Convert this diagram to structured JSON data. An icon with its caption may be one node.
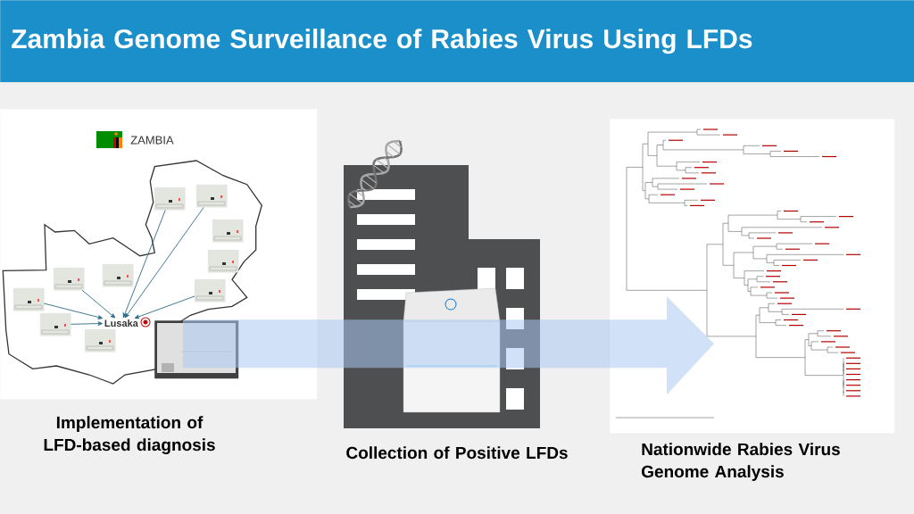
{
  "diagram": {
    "title": "Zambia Genome Surveillance of Rabies Virus Using LFDs",
    "nodes": [
      {
        "text": [],
        "shape": "picture",
        "beside": [
          "Implementation of LFD-based diagnosis"
        ]
      },
      {
        "text": [],
        "shape": "picture",
        "in": 0
      },
      {
        "text": [],
        "shape": "picture",
        "in": 0
      },
      {
        "text": [],
        "shape": "picture",
        "in": 0
      },
      {
        "text": [],
        "shape": "picture",
        "in": 0
      },
      {
        "text": [],
        "shape": "picture",
        "in": 0
      },
      {
        "text": [],
        "shape": "picture",
        "in": 0
      },
      {
        "text": [],
        "shape": "picture",
        "in": 0
      },
      {
        "text": [],
        "shape": "picture",
        "in": 0
      },
      {
        "text": [],
        "shape": "picture",
        "in": 0
      },
      {
        "text": [],
        "shape": "picture",
        "in": 0
      },
      {
        "text": [
          "Lusaka"
        ],
        "in": 0
      },
      {
        "text": [],
        "shape": "picture",
        "in": 0
      },
      {
        "text": [],
        "shape": "picture",
        "beside": [
          "Collection of Positive LFDs"
        ]
      },
      {
        "text": [],
        "shape": "picture",
        "beside": [
          "Nationwide Rabies Virus Genome Analysis"
        ]
      }
    ],
    "edges": [
      {
        "from": 1,
        "to": 11,
        "arrow": "to"
      },
      {
        "from": 2,
        "to": 11,
        "arrow": "to"
      },
      {
        "from": 5,
        "to": 11,
        "arrow": "to"
      },
      {
        "from": 7,
        "to": 11,
        "arrow": "to"
      },
      {
        "from": 8,
        "to": 11,
        "arrow": "to"
      },
      {
        "from": 10,
        "to": 11,
        "arrow": "to"
      },
      {
        "from": 12,
        "to": 14,
        "arrow": "to",
        "style": "thick",
        "color": "#a9c9f2"
      }
    ],
    "labels": [
      "ZAMBIA"
    ]
  }
}
